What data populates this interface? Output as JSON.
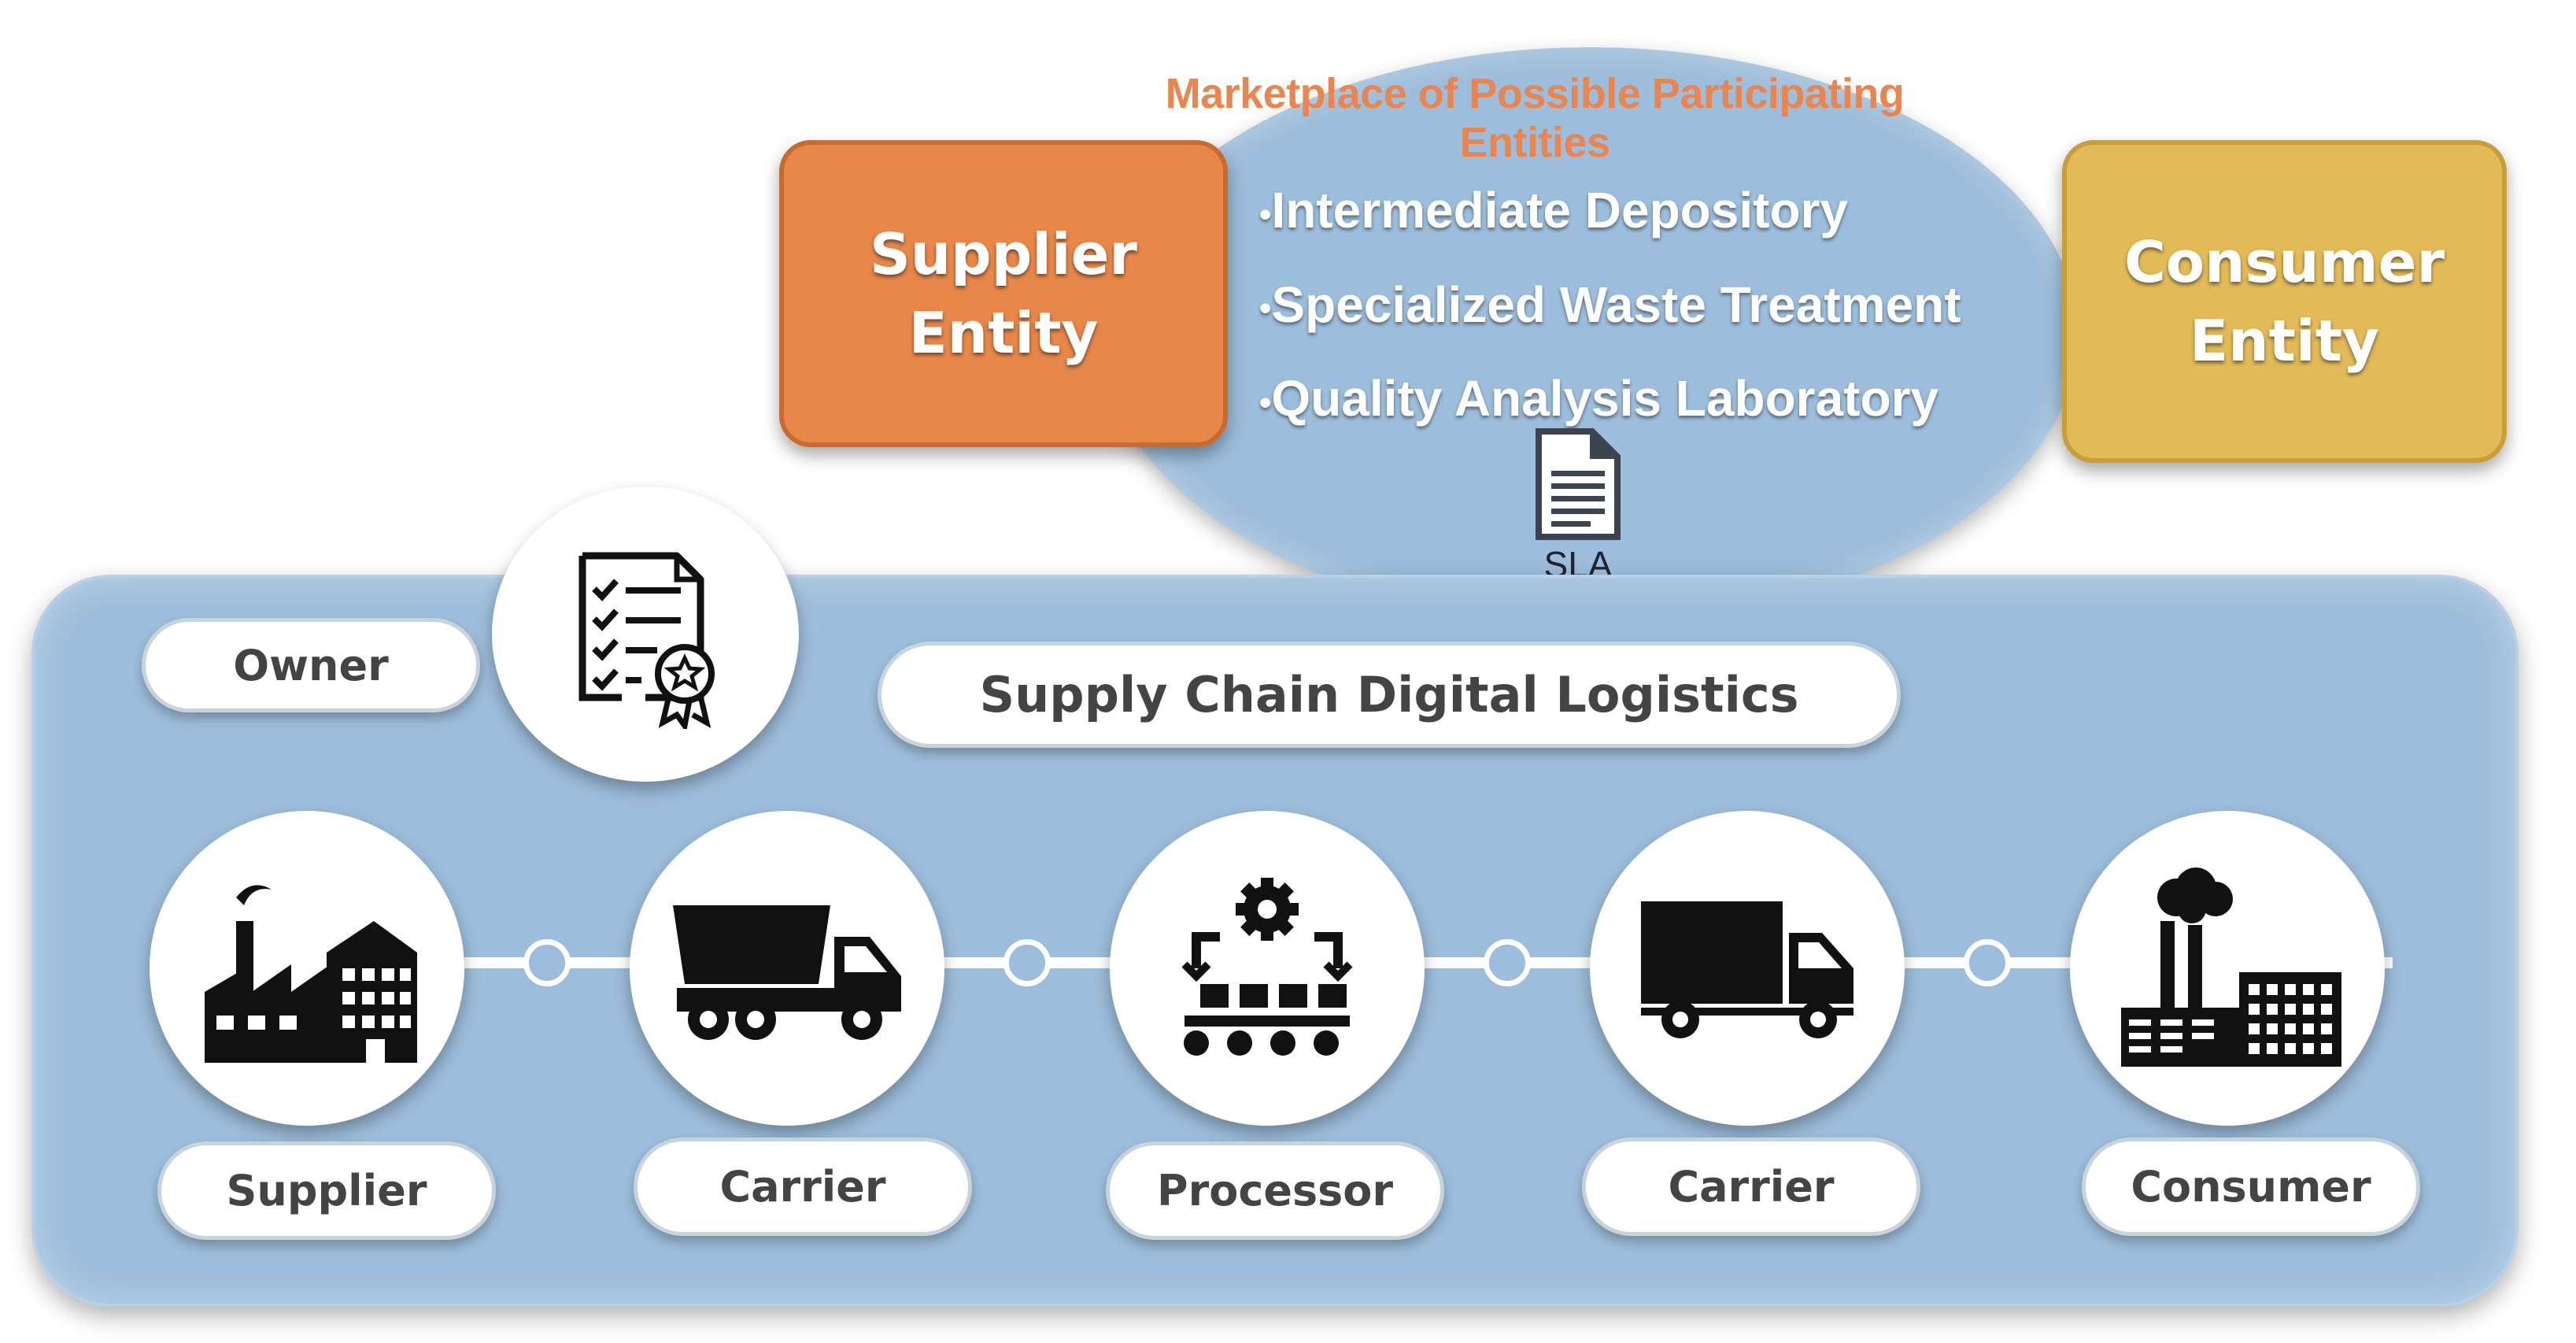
{
  "marketplace": {
    "title": "Marketplace of Possible Participating Entities",
    "items": [
      "Intermediate Depository",
      "Specialized Waste Treatment",
      "Quality Analysis Laboratory"
    ],
    "sla_label": "SLA"
  },
  "supplier_entity": {
    "label": "Supplier\nEntity"
  },
  "consumer_entity": {
    "label": "Consumer\nEntity"
  },
  "logistics": {
    "title": "Supply Chain Digital Logistics",
    "owner_label": "Owner",
    "nodes": [
      {
        "label": "Supplier",
        "icon": "factory-icon"
      },
      {
        "label": "Carrier",
        "icon": "dump-truck-icon"
      },
      {
        "label": "Processor",
        "icon": "processing-gears-icon"
      },
      {
        "label": "Carrier",
        "icon": "box-truck-icon"
      },
      {
        "label": "Consumer",
        "icon": "industrial-plant-icon"
      }
    ]
  },
  "colors": {
    "panel": "#9cbddb",
    "supplier_entity": "#e8874a",
    "consumer_entity": "#e3ba58",
    "marketplace_title": "#e9854e"
  }
}
